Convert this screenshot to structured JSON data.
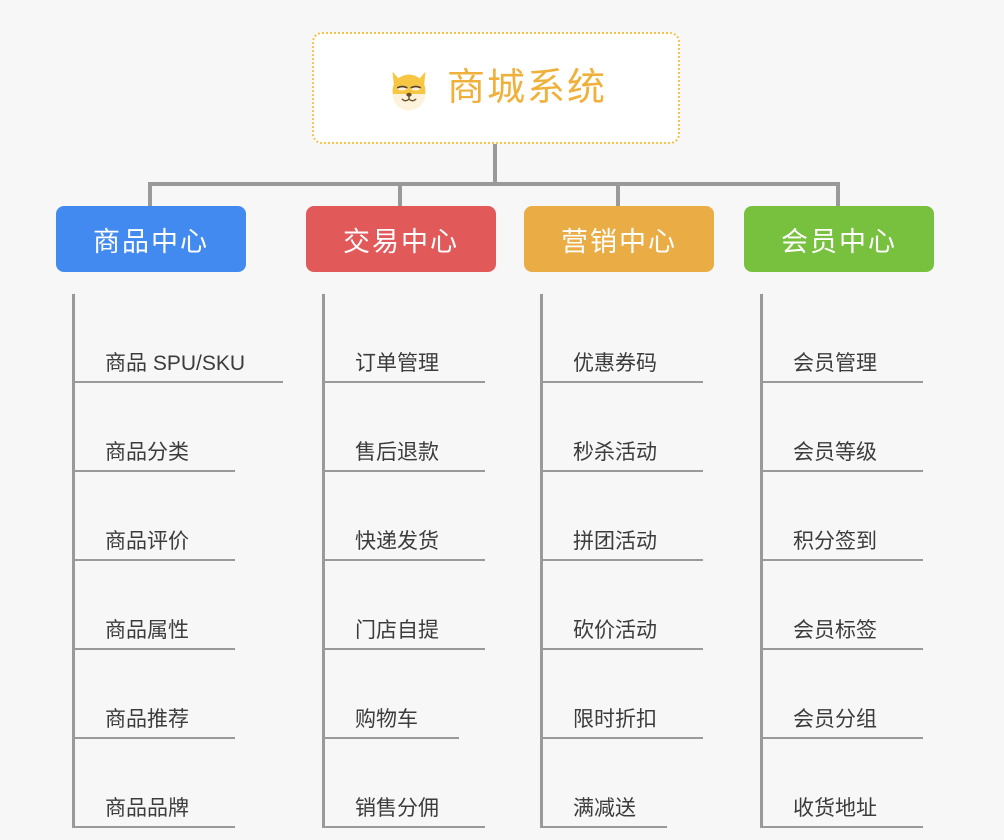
{
  "root": {
    "title": "商城系统",
    "icon": "shiba-dog-icon",
    "border_color": "#f5c34b",
    "text_color": "#f0b03c"
  },
  "page": {
    "background": "#f7f7f7",
    "connector_color": "#9a9a9a"
  },
  "columns": [
    {
      "title": "商品中心",
      "color": "#4289f0",
      "items": [
        {
          "label": "商品 SPU/SKU"
        },
        {
          "label": "商品分类"
        },
        {
          "label": "商品评价"
        },
        {
          "label": "商品属性"
        },
        {
          "label": "商品推荐"
        },
        {
          "label": "商品品牌"
        }
      ]
    },
    {
      "title": "交易中心",
      "color": "#e2595a",
      "items": [
        {
          "label": "订单管理"
        },
        {
          "label": "售后退款"
        },
        {
          "label": "快递发货"
        },
        {
          "label": "门店自提"
        },
        {
          "label": "购物车"
        },
        {
          "label": "销售分佣"
        }
      ]
    },
    {
      "title": "营销中心",
      "color": "#eaad45",
      "items": [
        {
          "label": "优惠券码"
        },
        {
          "label": "秒杀活动"
        },
        {
          "label": "拼团活动"
        },
        {
          "label": "砍价活动"
        },
        {
          "label": "限时折扣"
        },
        {
          "label": "满减送"
        }
      ]
    },
    {
      "title": "会员中心",
      "color": "#78c13f",
      "items": [
        {
          "label": "会员管理"
        },
        {
          "label": "会员等级"
        },
        {
          "label": "积分签到"
        },
        {
          "label": "会员标签"
        },
        {
          "label": "会员分组"
        },
        {
          "label": "收货地址"
        }
      ]
    }
  ]
}
